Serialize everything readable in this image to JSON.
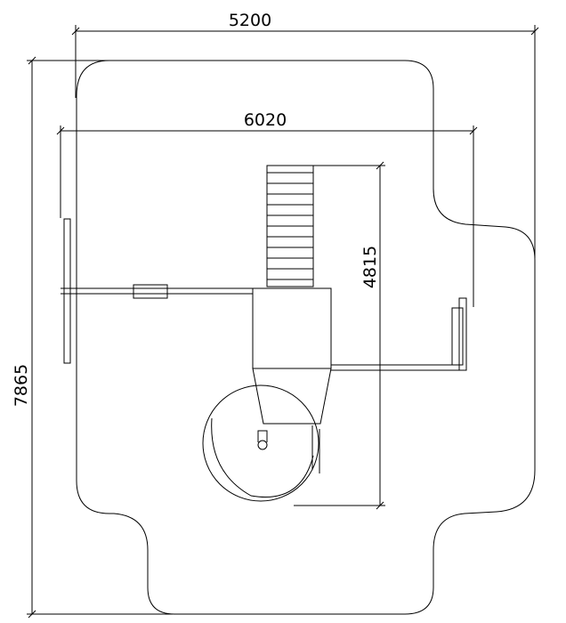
{
  "dimensions": {
    "top_width": "5200",
    "inner_width": "6020",
    "height_right": "4815",
    "total_height": "7865"
  },
  "colors": {
    "line": "#000000",
    "background": "#ffffff"
  }
}
